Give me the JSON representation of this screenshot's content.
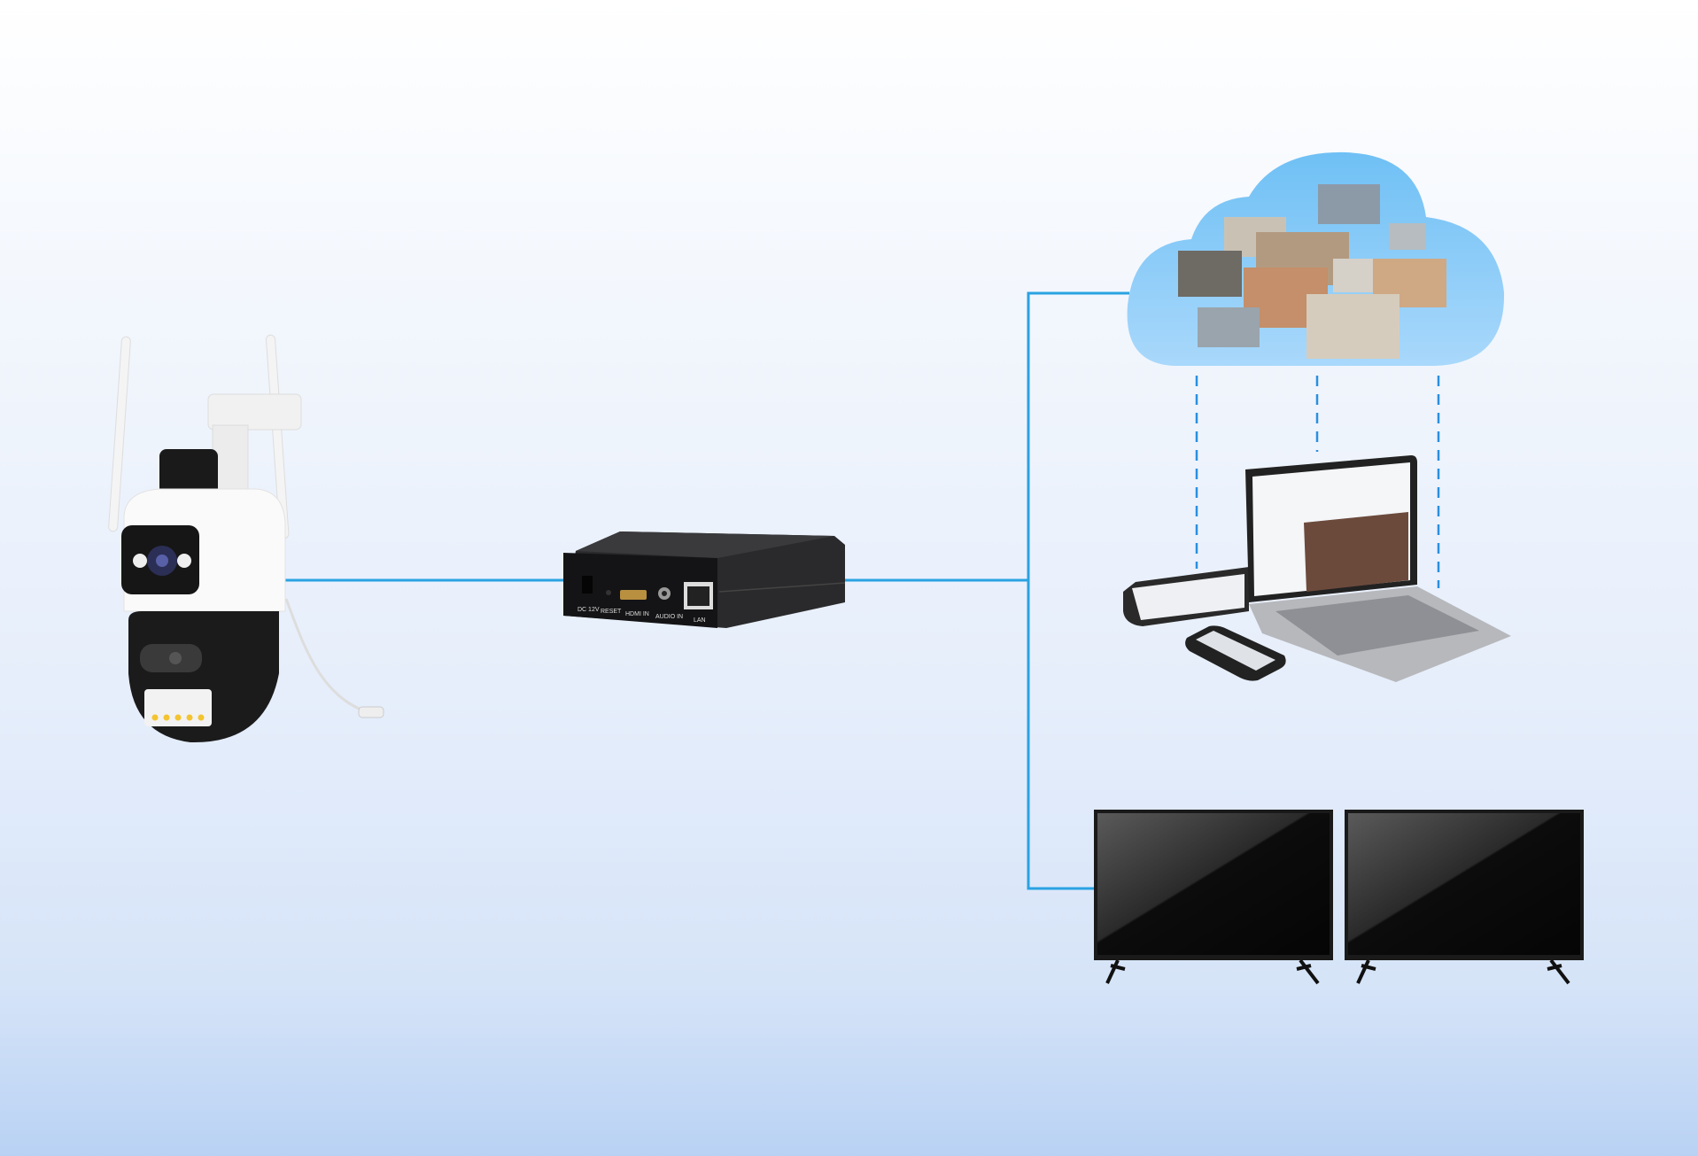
{
  "diagram": {
    "colors": {
      "link": "#2aa2e2",
      "background_bottom": "#b9d2f4",
      "encoder": "#1c1c1e"
    },
    "nodes": [
      {
        "id": "camera",
        "icon": "ptz-camera-icon"
      },
      {
        "id": "encoder",
        "icon": "video-encoder-icon"
      },
      {
        "id": "cloud",
        "icon": "cloud-icon"
      },
      {
        "id": "devices",
        "icon": "laptop-tablet-phone-icon"
      },
      {
        "id": "tvs",
        "icon": "tv-icon"
      }
    ],
    "encoder_ports": {
      "dc": "DC 12V",
      "reset": "RESET",
      "hdmi": "HDMI IN",
      "audio": "AUDIO IN",
      "lan": "LAN"
    }
  }
}
